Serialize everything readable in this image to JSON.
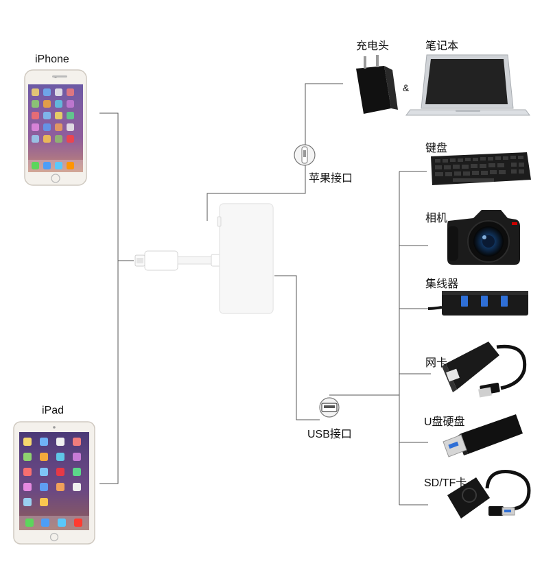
{
  "devices_left": {
    "iphone_label": "iPhone",
    "ipad_label": "iPad"
  },
  "power": {
    "charger_label": "充电头",
    "laptop_label": "笔记本",
    "ampersand": "&"
  },
  "ports": {
    "lightning_label": "苹果接口",
    "usb_label": "USB接口"
  },
  "usb_devices": {
    "keyboard_label": "键盘",
    "camera_label": "相机",
    "hub_label": "集线器",
    "ethernet_label": "网卡",
    "usb_drive_label": "U盘硬盘",
    "card_reader_label": "SD/TF卡"
  },
  "icons": {
    "iphone": "iphone-icon",
    "ipad": "ipad-icon",
    "adapter": "lightning-adapter-icon",
    "charger": "charger-icon",
    "laptop": "laptop-icon",
    "lightning_port": "lightning-port-icon",
    "usb_port": "usb-port-icon",
    "keyboard": "keyboard-icon",
    "camera": "camera-icon",
    "hub": "usb-hub-icon",
    "ethernet": "ethernet-adapter-icon",
    "usb_drive": "usb-drive-icon",
    "card_reader": "card-reader-icon"
  },
  "colors": {
    "line": "#555555",
    "device_dark": "#1a1a1a",
    "device_light": "#f2f2f2",
    "usb_blue": "#2f6fd6"
  }
}
